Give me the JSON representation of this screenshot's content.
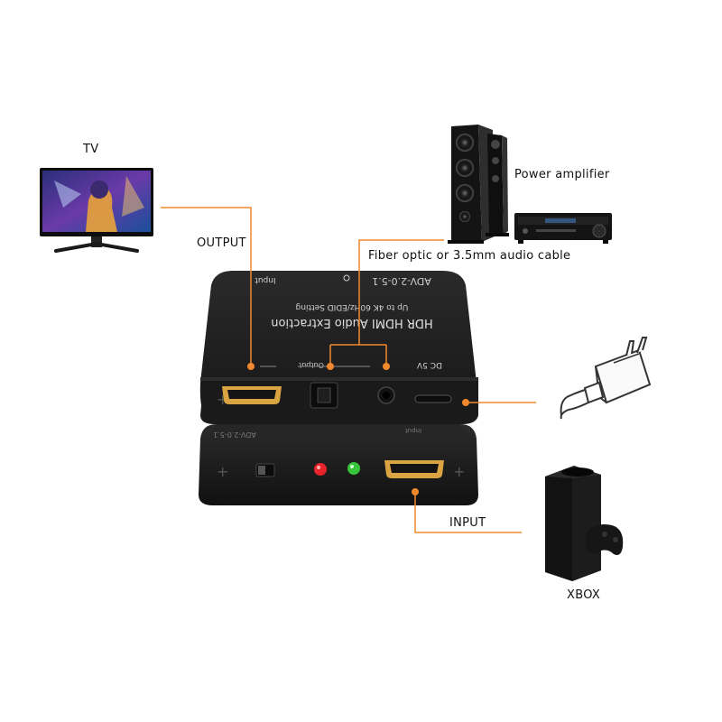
{
  "labels": {
    "tv": "TV",
    "output": "OUTPUT",
    "power_amplifier": "Power amplifier",
    "fiber_cable": "Fiber optic or 3.5mm audio cable",
    "input": "INPUT",
    "xbox": "XBOX"
  },
  "device": {
    "top_model": "ADV-2.0-5.1",
    "top_input_label": "Input",
    "top_title": "HDR HDMI Audio Extraction",
    "top_subtitle": "Up to 4K 60Hz/EDID Setting",
    "output_label": "Output",
    "dc_label": "DC 5V",
    "bottom_model": "ADV-2.0-5.1",
    "bottom_input_label": "Input"
  },
  "colors": {
    "connector_line": "#f08a2c",
    "device_body": "#1c1c1c",
    "led_red": "#e8242a",
    "led_green": "#37c43a"
  }
}
